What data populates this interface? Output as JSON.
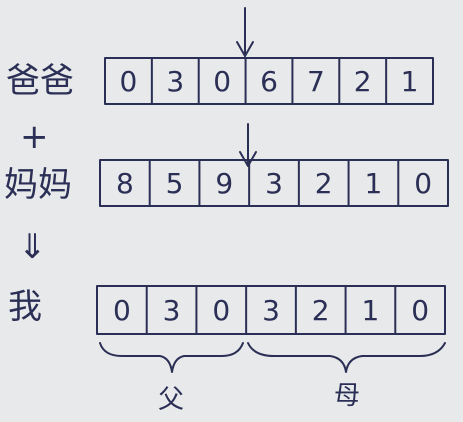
{
  "rows": {
    "dad": {
      "label": "爸爸",
      "cells": [
        "0",
        "3",
        "0",
        "6",
        "7",
        "2",
        "1"
      ]
    },
    "mom": {
      "label": "妈妈",
      "cells": [
        "8",
        "5",
        "9",
        "3",
        "2",
        "1",
        "0"
      ]
    },
    "me": {
      "label": "我",
      "cells": [
        "0",
        "3",
        "0",
        "3",
        "2",
        "1",
        "0"
      ]
    }
  },
  "operators": {
    "plus": "+",
    "implies": "⇓"
  },
  "braces": {
    "father": "父",
    "mother": "母"
  },
  "colors": {
    "ink": "#2b2f55",
    "paper": "#e7e9ea"
  }
}
